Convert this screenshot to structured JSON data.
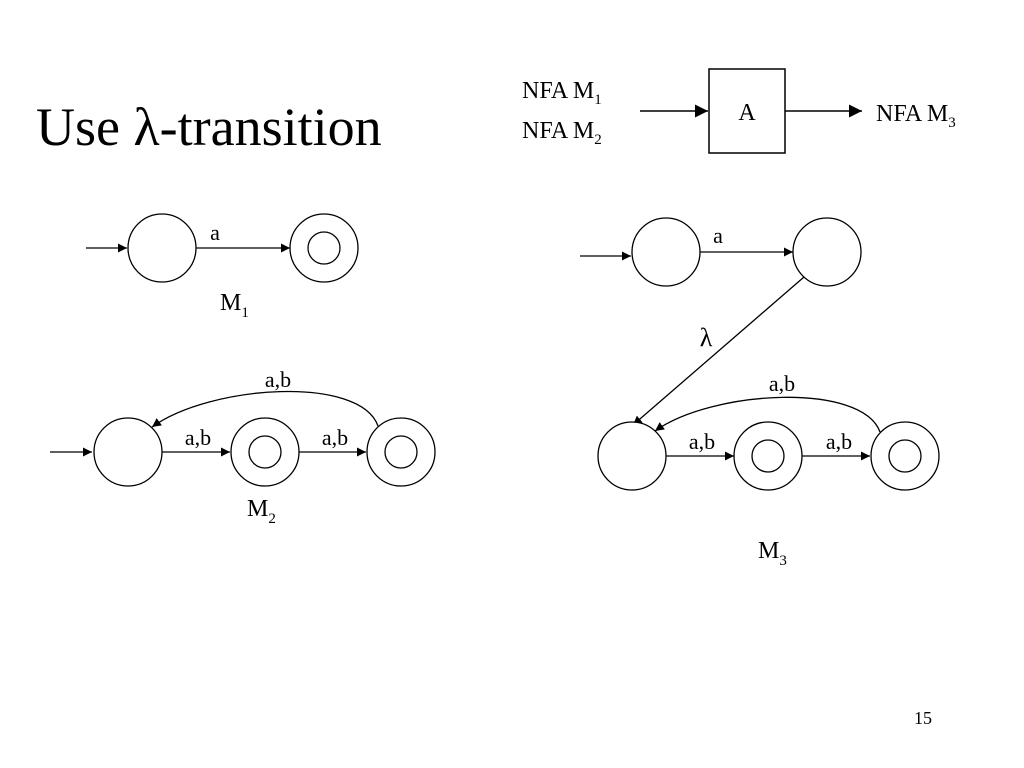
{
  "slide": {
    "title_prefix": "Use ",
    "title_symbol": "λ",
    "title_suffix": "-transition",
    "page_number": "15"
  },
  "overview": {
    "input_1": "NFA M",
    "input_1_sub": "1",
    "input_2": "NFA M",
    "input_2_sub": "2",
    "box_label": "A",
    "output": "NFA M",
    "output_sub": "3"
  },
  "m1": {
    "name": "M",
    "name_sub": "1",
    "edge_label": "a"
  },
  "m2": {
    "name": "M",
    "name_sub": "2",
    "edge_1_label": "a,b",
    "edge_2_label": "a,b",
    "loop_label": "a,b"
  },
  "m3": {
    "name": "M",
    "name_sub": "3",
    "edge_a_label": "a",
    "lambda_label": "λ",
    "edge_1_label": "a,b",
    "edge_2_label": "a,b",
    "loop_label": "a,b"
  }
}
